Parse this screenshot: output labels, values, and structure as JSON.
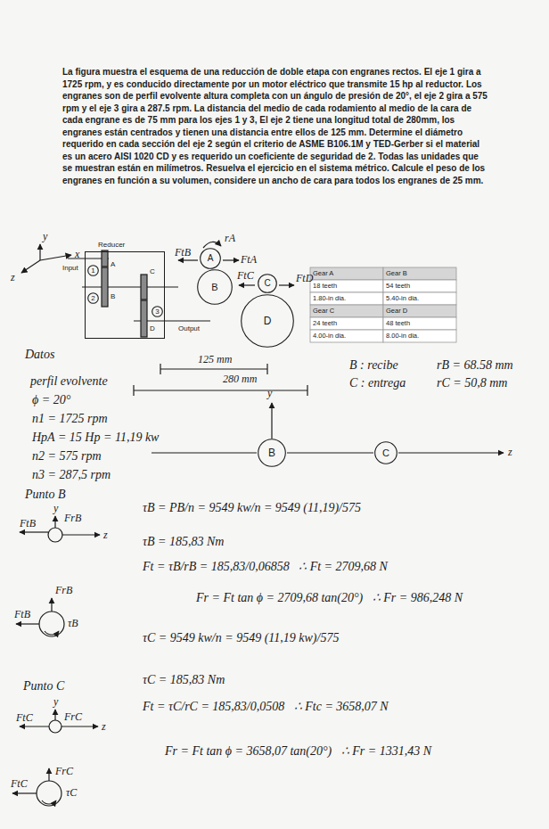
{
  "diagram": {
    "nodes": [
      {
        "text": [
          "Reducer"
        ]
      },
      {
        "text": [
          "1"
        ],
        "in": 0
      },
      {
        "text": [
          "2"
        ],
        "in": 0
      },
      {
        "text": [
          "3"
        ],
        "in": 0
      },
      {
        "text": [
          "A"
        ]
      },
      {
        "text": [
          "B"
        ]
      },
      {
        "text": [
          "C"
        ]
      },
      {
        "text": [
          "D"
        ]
      },
      {
        "text": [
          "B"
        ]
      },
      {
        "text": [
          "C"
        ]
      }
    ],
    "labels": [
      "La figura muestra el esquema de una reducción de doble etapa con engranes rectos. El eje 1 gira a 1725 rpm, y es conducido directamente por un motor eléctrico que transmite 15 hp al reductor. Los engranes son de perfil evolvente altura completa con un ángulo de presión de 20°, el eje 2 gira a 575 rpm y el eje 3 gira a 287.5 rpm. La distancia del medio de cada rodamiento al medio de la cara de cada engrane es de 75 mm para los ejes 1 y 3, El eje 2 tiene una longitud total de 280mm, los engranes están centrados y tienen una distancia entre ellos de 125 mm. Determine el diámetro requerido en cada sección del eje 2 según el criterio de ASME B106.1M y TED-Gerber si el material es un acero AISI 1020 CD y es requerido un coeficiente de seguridad de 2. Todas las unidades que se muestran están en milímetros. Resuelva el ejercicio en el sistema métrico. Calcule el peso de los engranes en función a su volumen, considere un ancho de cara para todos los engranes de 25 mm.",
      "Input",
      "Output",
      "A",
      "B",
      "C",
      "D",
      "Gear A",
      "Gear B",
      "18 teeth",
      "54 teeth",
      "1.80-in dia.",
      "5.40-in dia.",
      "Gear C",
      "Gear D",
      "24 teeth",
      "48 teeth",
      "4.00-in dia.",
      "8.00-in dia.",
      "y",
      "x",
      "z",
      "rA",
      "FtA",
      "FtB",
      "FtC",
      "FtD",
      "125 mm",
      "280 mm",
      "B : recibe",
      "rB = 68.58 mm",
      "C : entrega",
      "rC = 50,8 mm",
      "y",
      "z",
      "Datos",
      "perfil evolvente",
      "ϕ = 20°",
      "n1 = 1725 rpm",
      "HpA = 15 Hp = 11,19 kw",
      "n2 = 575 rpm",
      "n3 = 287,5 rpm",
      "Punto B",
      "y",
      "FtB",
      "FrB",
      "z",
      "FrB",
      "FtB",
      "τB",
      "Punto C",
      "y",
      "FtC",
      "FrC",
      "z",
      "FrC",
      "FtC",
      "τC",
      "τB = PB/n = 9549 kw/n = 9549 (11,19)/575",
      "τB = 185,83 Nm",
      "Ft = τB/rB = 185,83/0,06858   ∴ Ft = 2709,68 N",
      "Fr = Ft tan ϕ = 2709,68 tan(20°)   ∴ Fr = 986,248 N",
      "τC = 9549 kw/n = 9549 (11,19 kw)/575",
      "τC = 185,83 Nm",
      "Ft = τC/rC = 185,83/0,0508   ∴ Ftc = 3658,07 N",
      "Fr = Ft tan ϕ = 3658,07 tan(20°)   ∴ Fr = 1331,43 N"
    ]
  }
}
